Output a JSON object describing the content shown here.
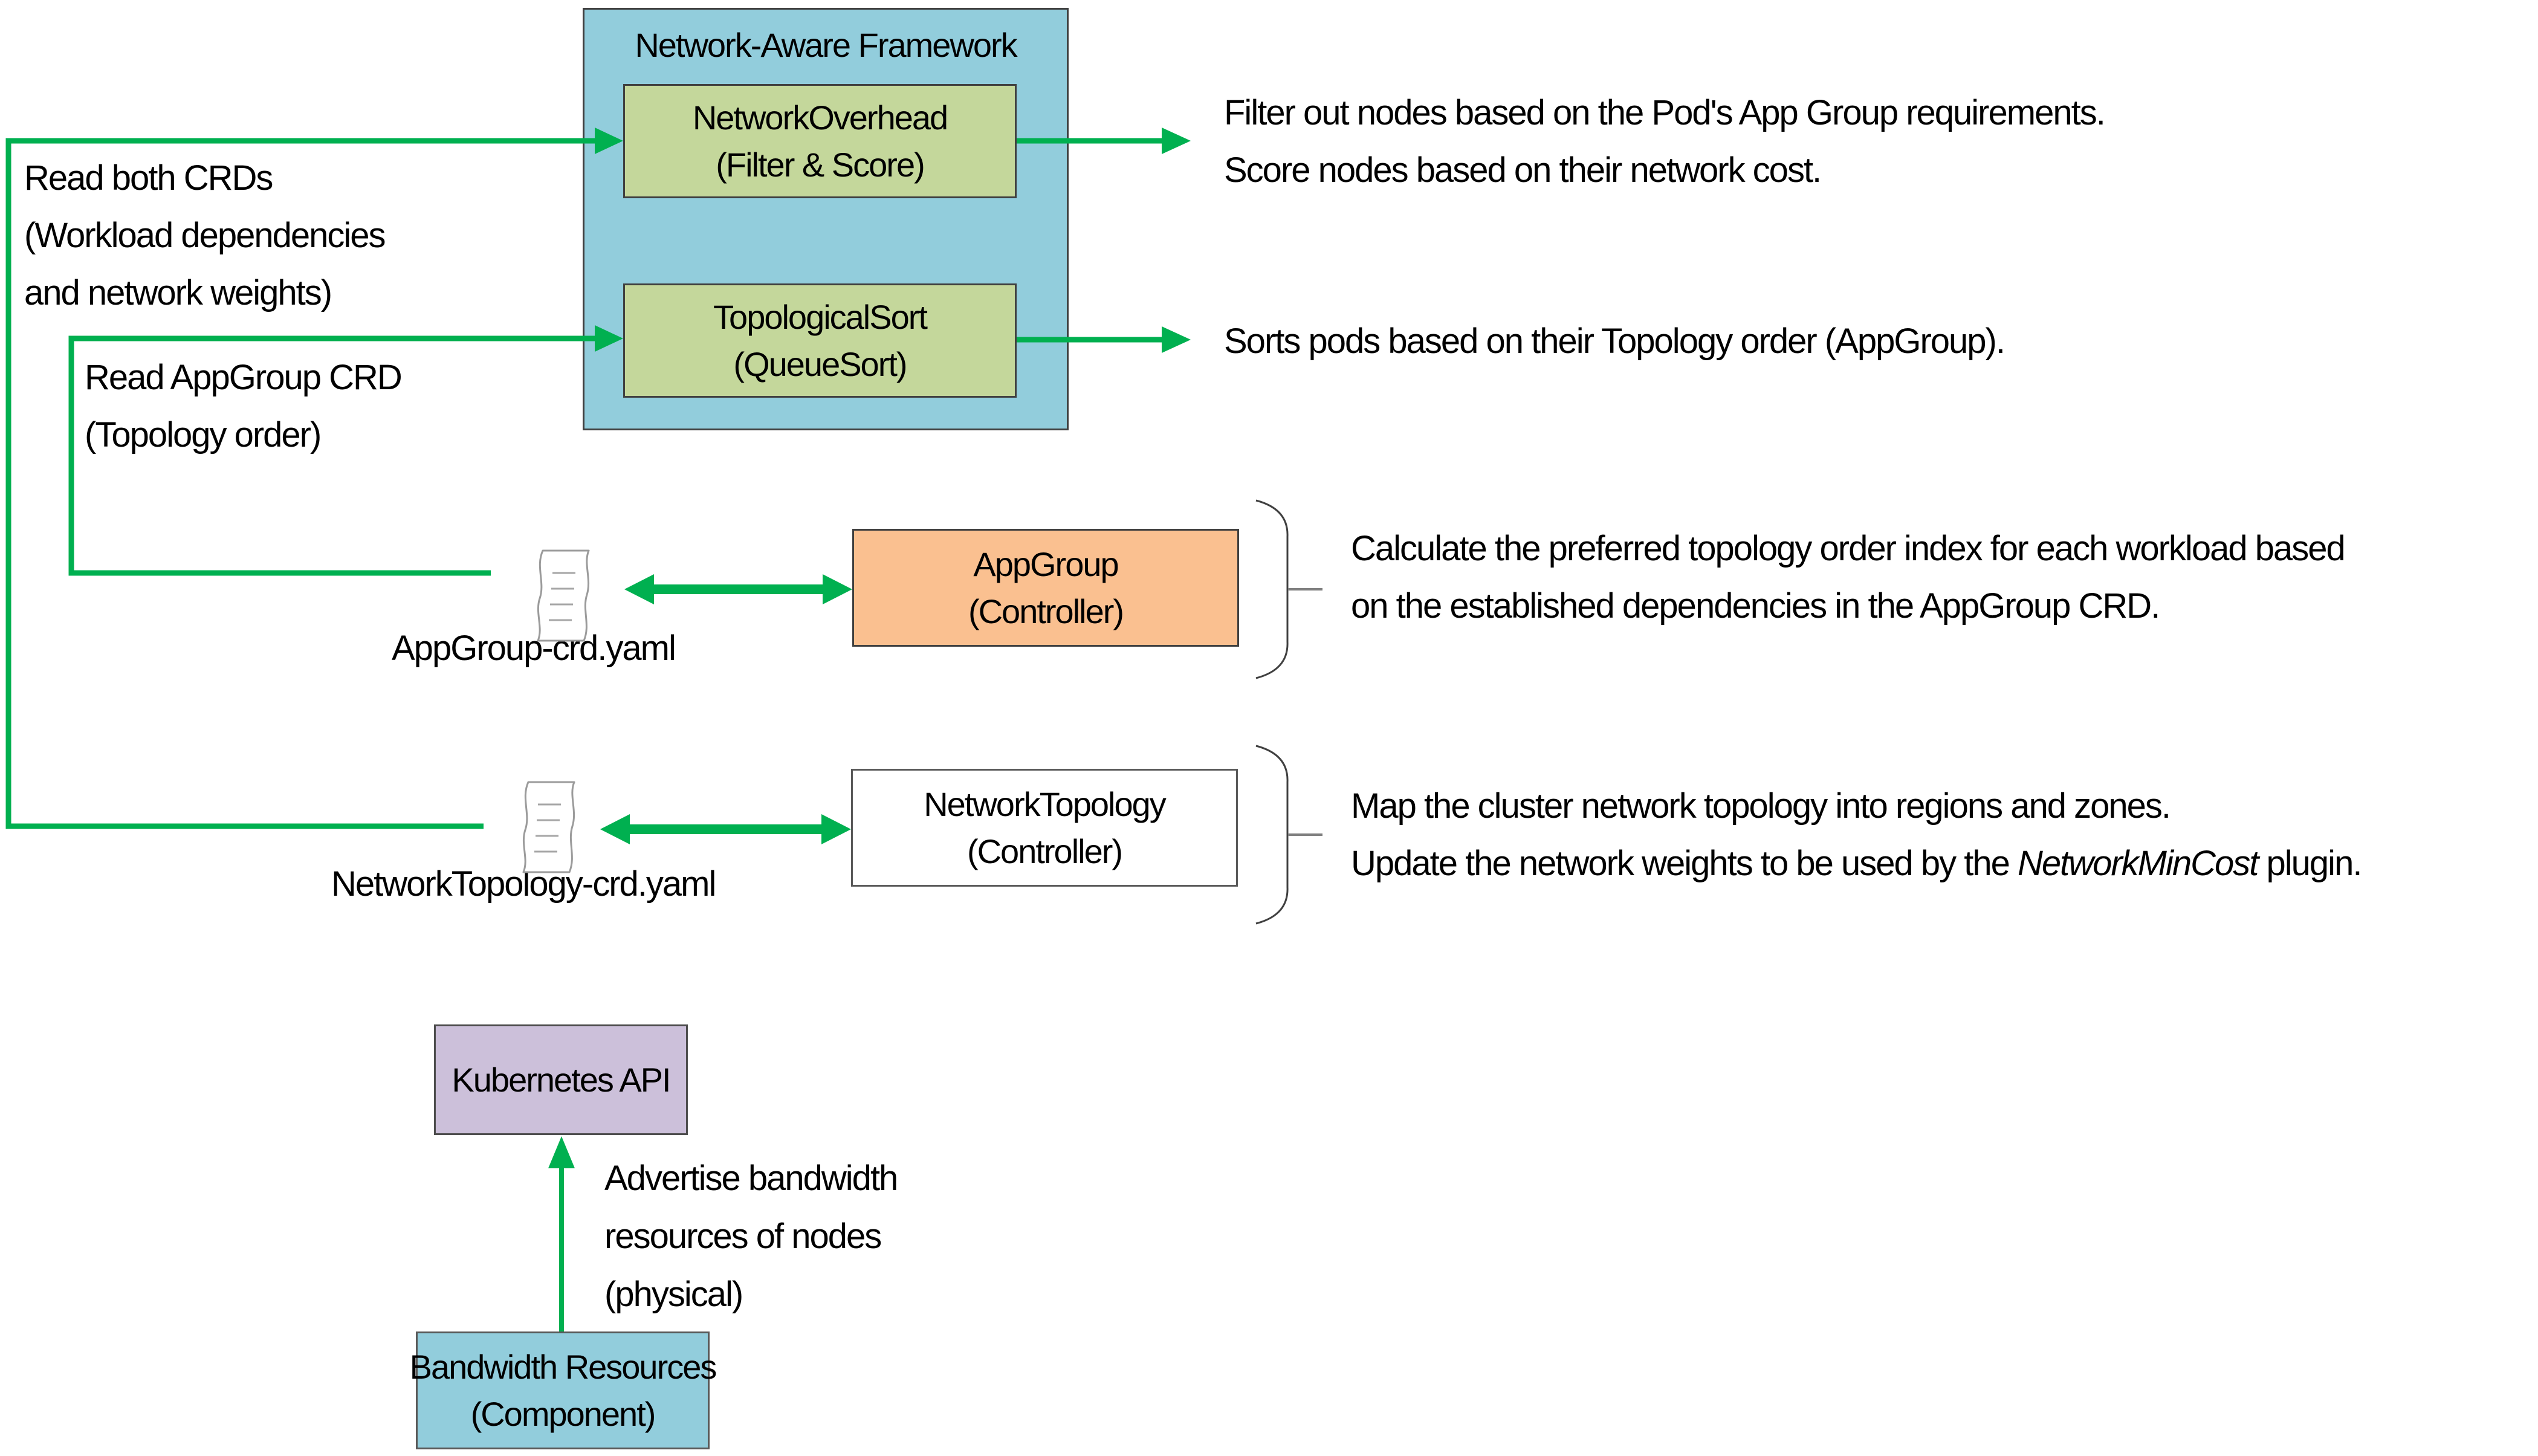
{
  "colors": {
    "arrow_green": "#00b050",
    "framework_fill": "#92cddc",
    "plugin_fill": "#c4d79b",
    "controller_orange_fill": "#fac090",
    "controller_white_fill": "#ffffff",
    "kubernetes_purple_fill": "#ccc0da",
    "component_blue_fill": "#92cddc",
    "border_dark": "#404040",
    "bracket_gray": "#7f7f7f"
  },
  "framework": {
    "title": "Network-Aware Framework",
    "plugins": [
      {
        "name": "NetworkOverhead",
        "role": "(Filter & Score)"
      },
      {
        "name": "TopologicalSort",
        "role": "(QueueSort)"
      }
    ]
  },
  "edge_labels": {
    "read_both_crds": "Read both CRDs\n(Workload dependencies\nand network weights)",
    "read_appgroup_crd": "Read AppGroup CRD\n(Topology order)",
    "advertise_bandwidth": "Advertise bandwidth\nresources of nodes\n(physical)"
  },
  "descriptions": {
    "network_overhead": "Filter out nodes based on the Pod's App Group requirements.\nScore nodes based on their network cost.",
    "topological_sort": "Sorts pods based on their Topology order (AppGroup).",
    "app_group_controller": "Calculate the preferred topology order index for each workload based\non the established dependencies in the AppGroup CRD.",
    "network_topology_controller": {
      "prefix": "Map the cluster network topology into regions and zones.\nUpdate the network weights to be used by the ",
      "italic": "NetworkMinCost",
      "suffix": " plugin."
    }
  },
  "files": {
    "appgroup": {
      "label": "AppGroup-crd.yaml"
    },
    "network_topology": {
      "label": "NetworkTopology-crd.yaml"
    }
  },
  "controllers": {
    "appgroup": {
      "name": "AppGroup",
      "role": "(Controller)"
    },
    "network_topology": {
      "name": "NetworkTopology",
      "role": "(Controller)"
    }
  },
  "nodes": {
    "kubernetes_api": {
      "label": "Kubernetes API"
    },
    "bandwidth_resources": {
      "name": "Bandwidth Resources",
      "role": "(Component)"
    }
  }
}
